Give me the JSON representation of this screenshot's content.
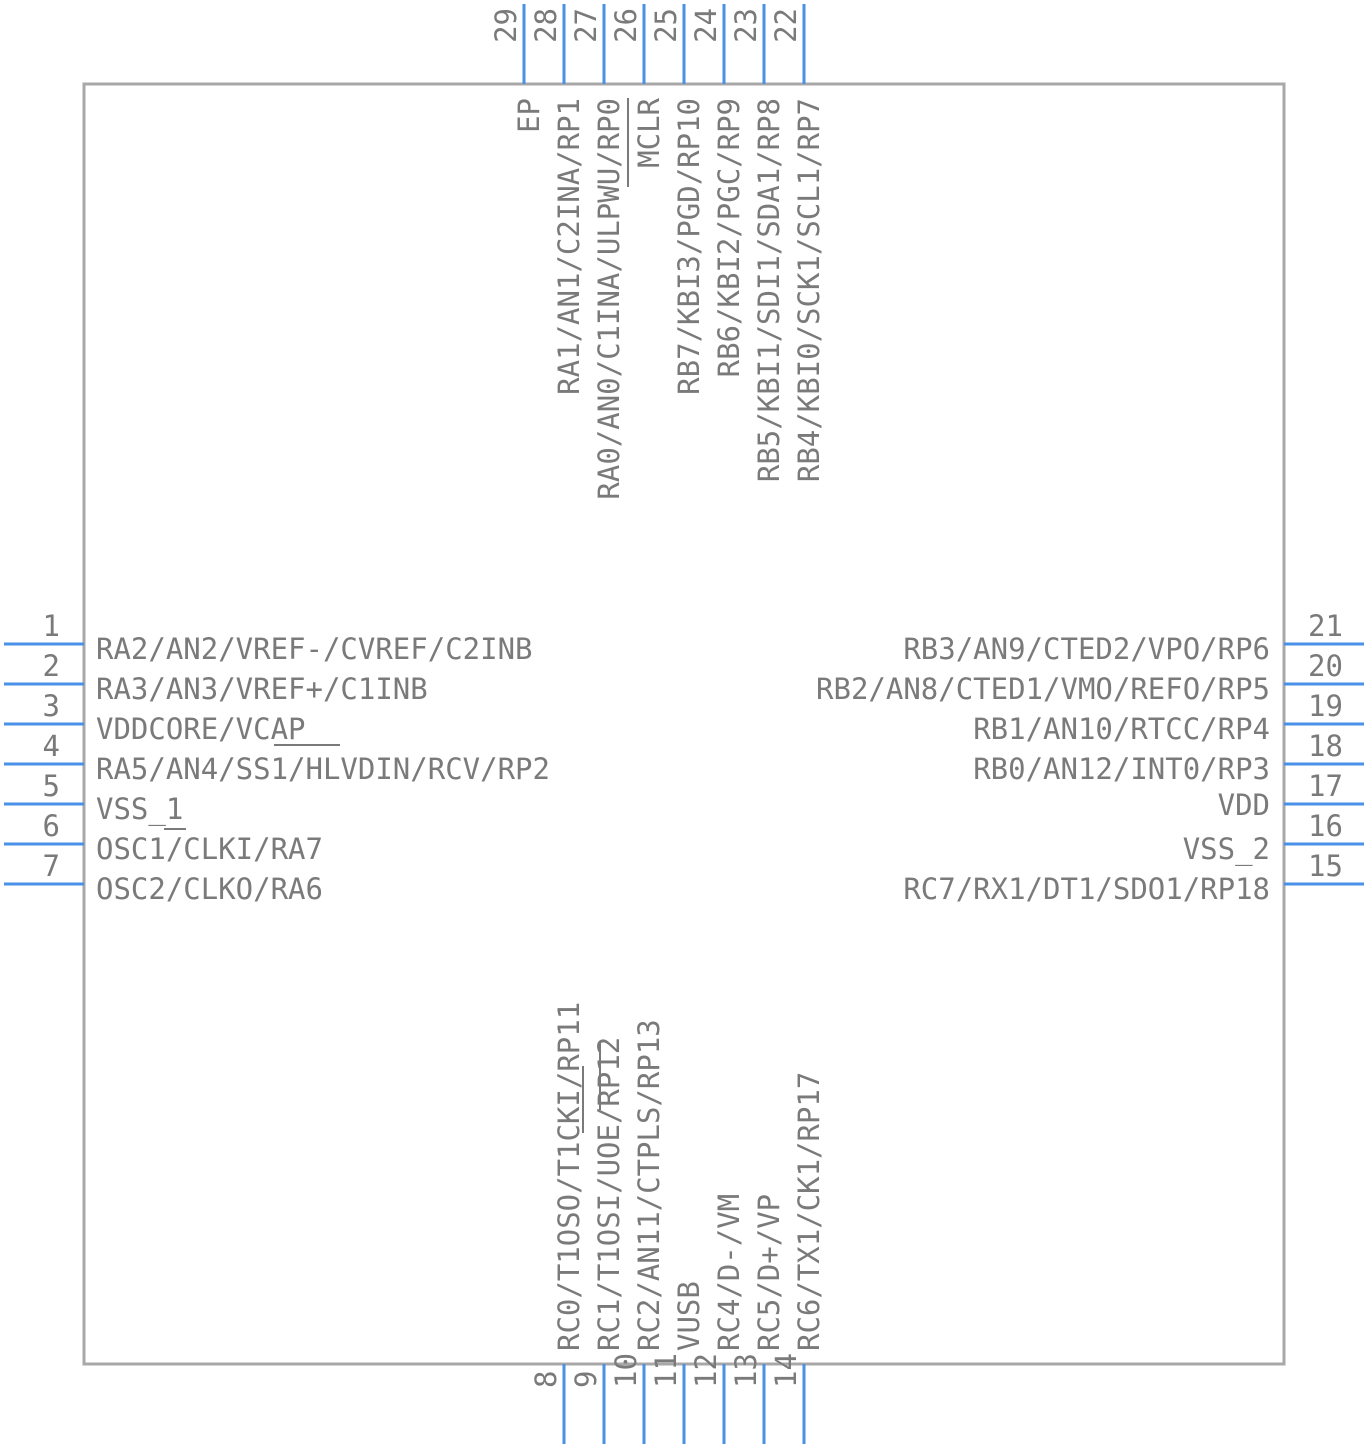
{
  "component": {
    "body_color": "#a8a8a8",
    "pin_color": "#4a90e8",
    "text_color": "#7a7a7a"
  },
  "pins": {
    "left": [
      {
        "num": "1",
        "label": "RA2/AN2/VREF-/CVREF/C2INB"
      },
      {
        "num": "2",
        "label": "RA3/AN3/VREF+/C1INB"
      },
      {
        "num": "3",
        "label": "VDDCORE/VCAP"
      },
      {
        "num": "4",
        "label": "RA5/AN4/SS1/HLVDIN/RCV/RP2"
      },
      {
        "num": "5",
        "label": "VSS_1"
      },
      {
        "num": "6",
        "label": "OSC1/CLKI/RA7"
      },
      {
        "num": "7",
        "label": "OSC2/CLKO/RA6"
      }
    ],
    "right": [
      {
        "num": "21",
        "label": "RB3/AN9/CTED2/VPO/RP6"
      },
      {
        "num": "20",
        "label": "RB2/AN8/CTED1/VMO/REFO/RP5"
      },
      {
        "num": "19",
        "label": "RB1/AN10/RTCC/RP4"
      },
      {
        "num": "18",
        "label": "RB0/AN12/INT0/RP3"
      },
      {
        "num": "17",
        "label": "VDD"
      },
      {
        "num": "16",
        "label": "VSS_2"
      },
      {
        "num": "15",
        "label": "RC7/RX1/DT1/SDO1/RP18"
      }
    ],
    "top": [
      {
        "num": "29",
        "label": "EP"
      },
      {
        "num": "28",
        "label": "RA1/AN1/C2INA/RP1"
      },
      {
        "num": "27",
        "label": "RA0/AN0/C1INA/ULPWU/RP0"
      },
      {
        "num": "26",
        "label": "MCLR"
      },
      {
        "num": "25",
        "label": "RB7/KBI3/PGD/RP10"
      },
      {
        "num": "24",
        "label": "RB6/KBI2/PGC/RP9"
      },
      {
        "num": "23",
        "label": "RB5/KBI1/SDI1/SDA1/RP8"
      },
      {
        "num": "22",
        "label": "RB4/KBI0/SCK1/SCL1/RP7"
      }
    ],
    "bottom": [
      {
        "num": "8",
        "label": "RC0/T1OSO/T1CKI/RP11"
      },
      {
        "num": "9",
        "label": "RC1/T1OSI/UOE/RP12"
      },
      {
        "num": "10",
        "label": "RC2/AN11/CTPLS/RP13"
      },
      {
        "num": "11",
        "label": "VUSB"
      },
      {
        "num": "12",
        "label": "RC4/D-/VM"
      },
      {
        "num": "13",
        "label": "RC5/D+/VP"
      },
      {
        "num": "14",
        "label": "RC6/TX1/CK1/RP17"
      }
    ]
  }
}
